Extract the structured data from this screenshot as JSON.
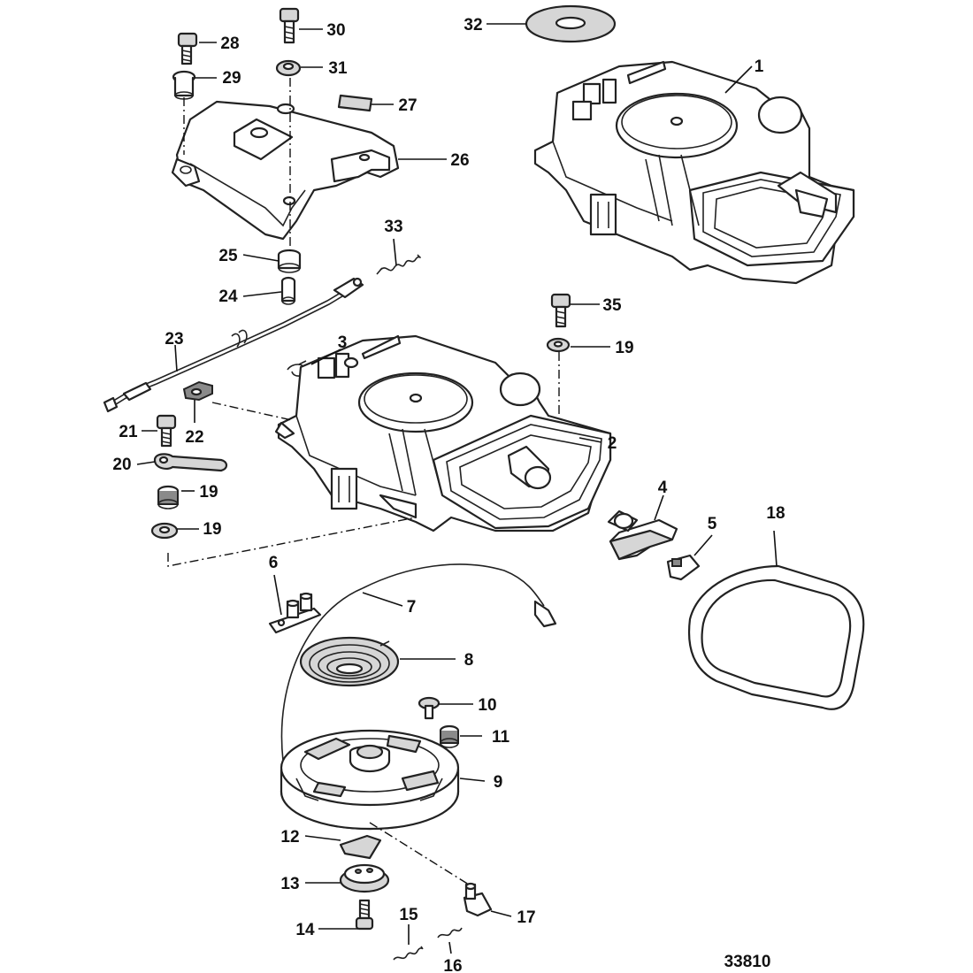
{
  "figure_number": "33810",
  "callouts": [
    {
      "id": "1",
      "label": "1"
    },
    {
      "id": "2",
      "label": "2"
    },
    {
      "id": "3",
      "label": "3"
    },
    {
      "id": "4",
      "label": "4"
    },
    {
      "id": "5",
      "label": "5"
    },
    {
      "id": "6",
      "label": "6"
    },
    {
      "id": "7",
      "label": "7"
    },
    {
      "id": "8",
      "label": "8"
    },
    {
      "id": "9",
      "label": "9"
    },
    {
      "id": "10",
      "label": "10"
    },
    {
      "id": "11",
      "label": "11"
    },
    {
      "id": "12",
      "label": "12"
    },
    {
      "id": "13",
      "label": "13"
    },
    {
      "id": "14",
      "label": "14"
    },
    {
      "id": "15",
      "label": "15"
    },
    {
      "id": "16",
      "label": "16"
    },
    {
      "id": "17",
      "label": "17"
    },
    {
      "id": "18",
      "label": "18"
    },
    {
      "id": "19a",
      "label": "19"
    },
    {
      "id": "19b",
      "label": "19"
    },
    {
      "id": "20",
      "label": "20"
    },
    {
      "id": "21",
      "label": "21"
    },
    {
      "id": "22",
      "label": "22"
    },
    {
      "id": "23",
      "label": "23"
    },
    {
      "id": "24",
      "label": "24"
    },
    {
      "id": "25",
      "label": "25"
    },
    {
      "id": "26",
      "label": "26"
    },
    {
      "id": "27",
      "label": "27"
    },
    {
      "id": "28",
      "label": "28"
    },
    {
      "id": "29",
      "label": "29"
    },
    {
      "id": "30",
      "label": "30"
    },
    {
      "id": "31",
      "label": "31"
    },
    {
      "id": "32",
      "label": "32"
    },
    {
      "id": "33",
      "label": "33"
    },
    {
      "id": "34",
      "label": "34"
    },
    {
      "id": "35",
      "label": "35"
    }
  ]
}
